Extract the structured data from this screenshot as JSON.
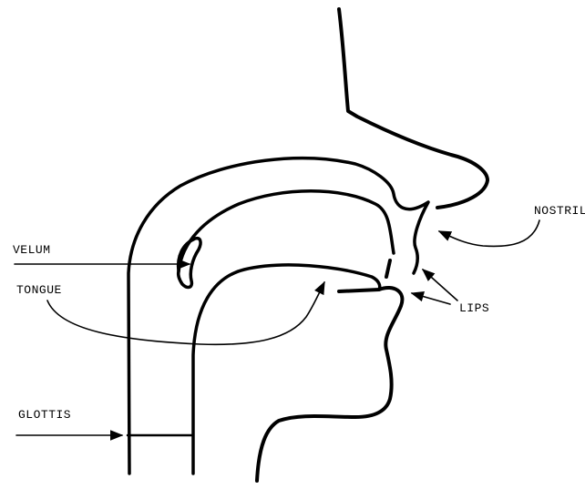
{
  "labels": {
    "nostril": "NOSTRIL",
    "velum": "VELUM",
    "tongue": "TONGUE",
    "lips": "LIPS",
    "glottis": "GLOTTIS"
  }
}
